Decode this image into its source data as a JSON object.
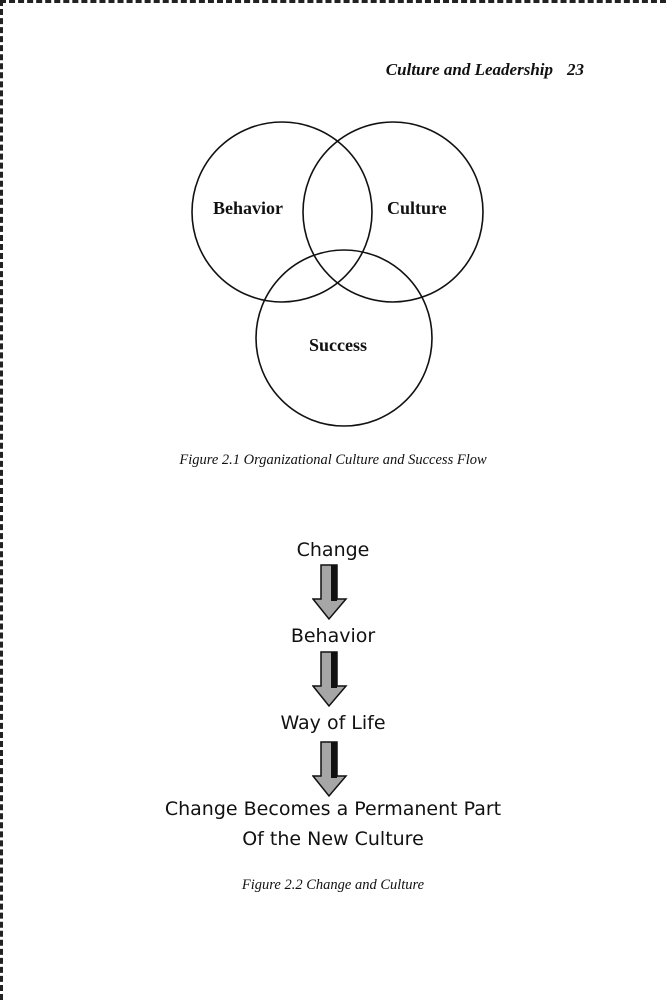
{
  "header": {
    "running_title": "Culture and Leadership",
    "page_number": "23"
  },
  "figure_1": {
    "circles": {
      "behavior": "Behavior",
      "culture": "Culture",
      "success": "Success"
    },
    "caption": "Figure 2.1 Organizational Culture and Success Flow"
  },
  "figure_2": {
    "steps": [
      "Change",
      "Behavior",
      "Way of Life"
    ],
    "final_line_1": "Change Becomes a Permanent Part",
    "final_line_2": "Of the New Culture",
    "caption": "Figure 2.2 Change and Culture",
    "arrow_fill": "#a6a6a6",
    "arrow_outline": "#111111"
  }
}
